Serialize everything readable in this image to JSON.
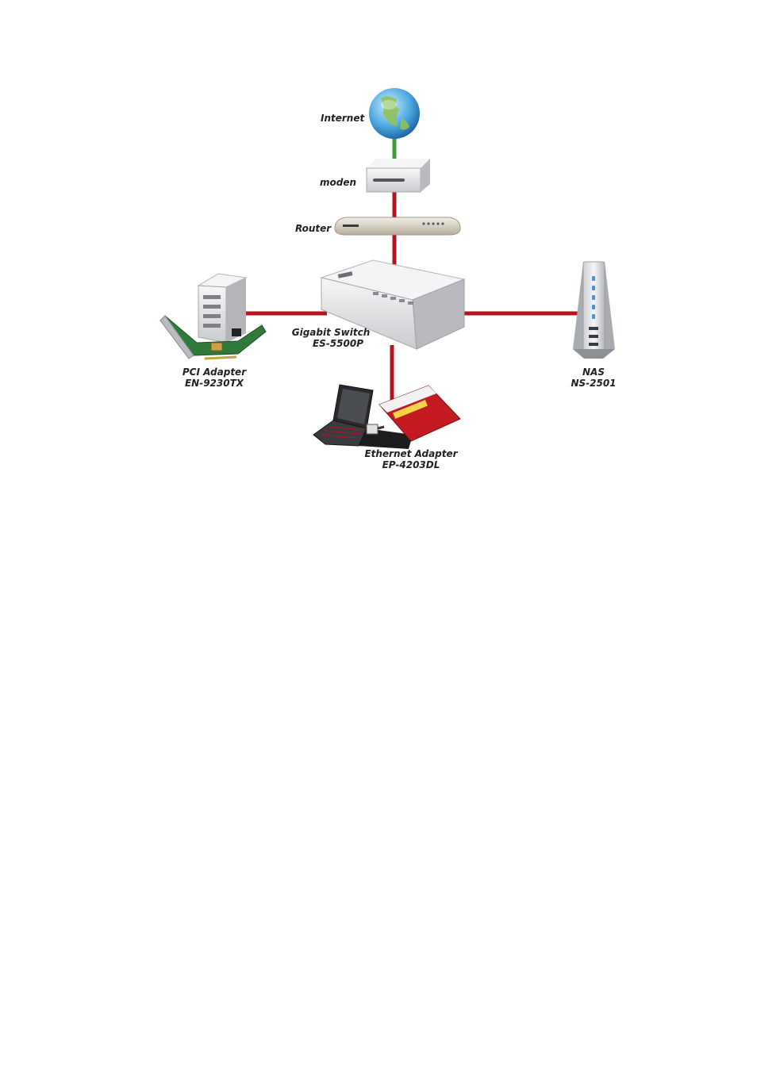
{
  "nodes": {
    "internet": {
      "label": "Internet"
    },
    "modem": {
      "label": "moden"
    },
    "router": {
      "label": "Router"
    },
    "switch": {
      "label": "Gigabit Switch",
      "model": "ES-5500P"
    },
    "pc": {
      "label": "PCI Adapter",
      "model": "EN-9230TX"
    },
    "nas": {
      "label": "NAS",
      "model": "NS-2501"
    },
    "laptop": {
      "label": "Ethernet Adapter",
      "model": "EP-4203DL"
    }
  },
  "colors": {
    "internet_link": "#3f9a3a",
    "lan_link": "#b5131d",
    "device_body": "#e9eaec",
    "device_shadow": "#9a9ca0"
  }
}
